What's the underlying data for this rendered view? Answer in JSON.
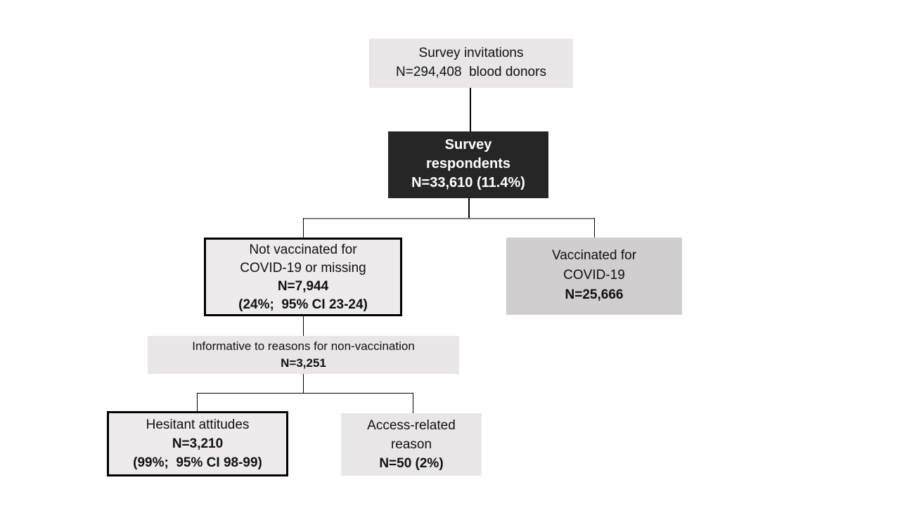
{
  "colors": {
    "canvas_bg": "#ffffff",
    "light_box_bg": "#e8e6e6",
    "bordered_box_bg": "#edebeb",
    "mid_gray_box_bg": "#d0cece",
    "dark_box_bg": "#262626",
    "dark_box_text": "#ffffff",
    "box_border": "#000000",
    "connector": "#000000",
    "connector_gray": "#808080"
  },
  "nodes": {
    "survey_invitations": {
      "lines": [
        "Survey invitations",
        "N=294,408  blood donors"
      ]
    },
    "survey_respondents": {
      "lines": [
        "Survey",
        "respondents",
        "N=33,610 (11.4%)"
      ]
    },
    "not_vaccinated": {
      "lines": [
        "Not vaccinated for",
        "COVID-19 or missing",
        "N=7,944",
        "(24%;  95% CI 23-24)"
      ]
    },
    "vaccinated": {
      "lines": [
        "Vaccinated for",
        "COVID-19",
        "N=25,666"
      ]
    },
    "informative": {
      "lines": [
        "Informative to reasons for non-vaccination",
        "N=3,251"
      ]
    },
    "hesitant_attitudes": {
      "lines": [
        "Hesitant attitudes",
        "N=3,210",
        "(99%;  95% CI 98-99)"
      ]
    },
    "access_related": {
      "lines": [
        "Access-related",
        "reason",
        "N=50 (2%)"
      ]
    }
  }
}
